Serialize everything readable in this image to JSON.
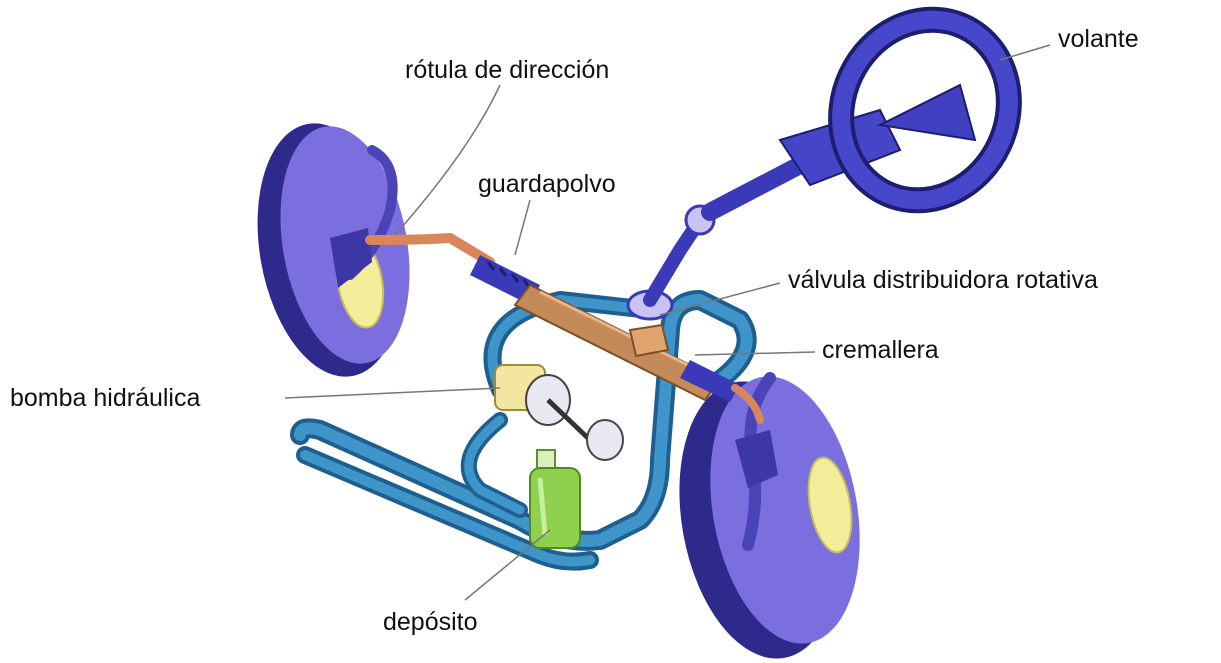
{
  "labels": {
    "steering_ball_joint": "rótula de dirección",
    "steering_wheel": "volante",
    "dust_boot": "guardapolvo",
    "rotary_valve": "válvula distribuidora rotativa",
    "rack": "cremallera",
    "hydraulic_pump": "bomba hidráulica",
    "reservoir": "depósito"
  },
  "colors": {
    "tire": "#6a5acd",
    "tire_dark": "#2e2a8c",
    "rim": "#f3ee9a",
    "steering_wheel": "#3a3ab8",
    "hose": "#2f7fb5",
    "tie_rod": "#d9875a",
    "reservoir_fluid": "#8fd14f",
    "pump": "#f2e6a0",
    "leader_line": "#666666"
  }
}
